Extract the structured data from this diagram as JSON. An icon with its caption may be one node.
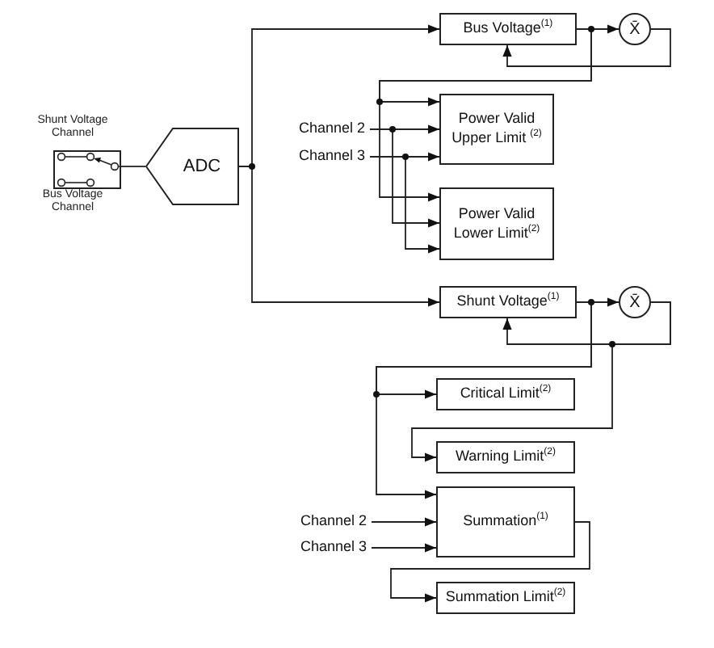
{
  "diagram": {
    "nodes": [
      {
        "text": [],
        "shape": "switch"
      },
      {
        "text": [
          "ADC"
        ]
      },
      {
        "text": [
          "Bus Voltage$^{(1)}$"
        ]
      },
      {
        "text": [
          "X̄"
        ]
      },
      {
        "text": [
          "Channel 2"
        ]
      },
      {
        "text": [
          "Channel 3"
        ]
      },
      {
        "text": [
          "Power Valid Upper Limit $^{(2)}$"
        ]
      },
      {
        "text": [
          "Power Valid Lower Limit$^{(2)}$"
        ]
      },
      {
        "text": [
          "Shunt Voltage$^{(1)}$"
        ]
      },
      {
        "text": [
          "X̄"
        ]
      },
      {
        "text": [
          "Critical Limit$^{(2)}$"
        ]
      },
      {
        "text": [
          "Warning Limit$^{(2)}$"
        ]
      },
      {
        "text": [
          "Channel 2"
        ]
      },
      {
        "text": [
          "Channel 3"
        ]
      },
      {
        "text": [
          "Summation$^{(1)}$"
        ]
      },
      {
        "text": [
          "Summation Limit$^{(2)}$"
        ]
      }
    ],
    "edges": [
      {
        "from": 0,
        "to": 1,
        "arrow": "none"
      },
      {
        "from": 1,
        "to": 2,
        "arrow": "to"
      },
      {
        "from": 1,
        "to": 8,
        "arrow": "to"
      },
      {
        "from": 2,
        "to": 3,
        "arrow": "to"
      },
      {
        "from": 3,
        "to": 2,
        "arrow": "to"
      },
      {
        "from": 2,
        "to": 6,
        "arrow": "to"
      },
      {
        "from": 2,
        "to": 7,
        "arrow": "to"
      },
      {
        "from": 4,
        "to": 6,
        "arrow": "to"
      },
      {
        "from": 4,
        "to": 7,
        "arrow": "to"
      },
      {
        "from": 5,
        "to": 6,
        "arrow": "to"
      },
      {
        "from": 5,
        "to": 7,
        "arrow": "to"
      },
      {
        "from": 8,
        "to": 9,
        "arrow": "to"
      },
      {
        "from": 9,
        "to": 8,
        "arrow": "to"
      },
      {
        "from": 8,
        "to": 10,
        "arrow": "to"
      },
      {
        "from": 8,
        "to": 14,
        "arrow": "to"
      },
      {
        "from": 9,
        "to": 11,
        "arrow": "to"
      },
      {
        "from": 12,
        "to": 14,
        "arrow": "to"
      },
      {
        "from": 13,
        "to": 14,
        "arrow": "to"
      },
      {
        "from": 14,
        "to": 15,
        "arrow": "to"
      }
    ],
    "labels": [
      "Shunt Voltage Channel",
      "Bus Voltage Channel"
    ]
  }
}
